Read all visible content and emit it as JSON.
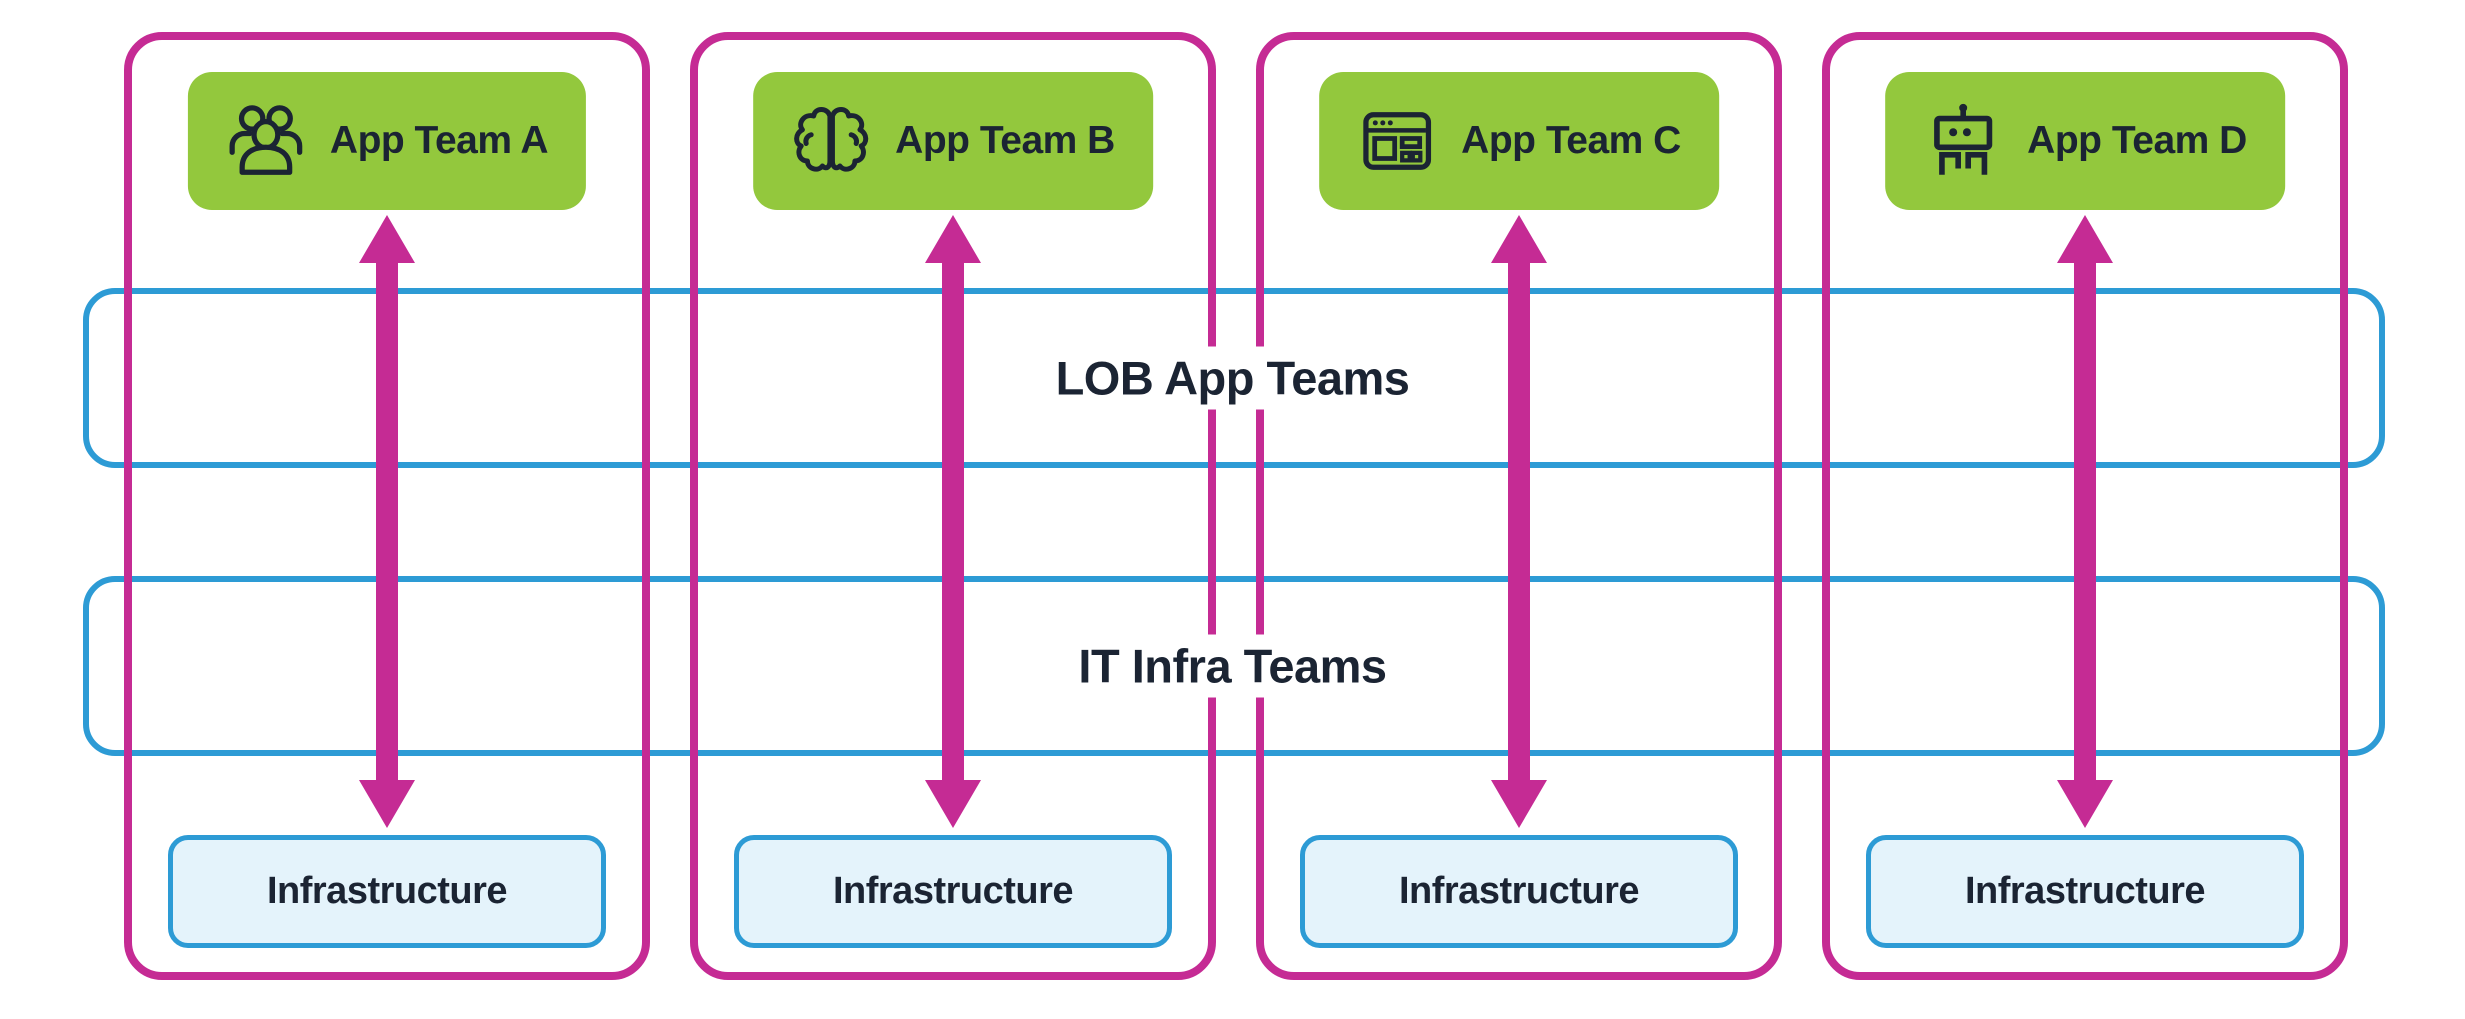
{
  "colors": {
    "magenta": "#C52B94",
    "blue": "#2D9BD5",
    "green": "#93C83D",
    "light-blue": "#E4F3FB",
    "dark": "#1B2433",
    "white": "#FFFFFF"
  },
  "bands": [
    {
      "label": "LOB App Teams"
    },
    {
      "label": "IT Infra Teams"
    }
  ],
  "columns": [
    {
      "team_label": "App Team A",
      "icon": "people-group-icon",
      "infra_label": "Infrastructure"
    },
    {
      "team_label": "App Team B",
      "icon": "brain-icon",
      "infra_label": "Infrastructure"
    },
    {
      "team_label": "App Team C",
      "icon": "browser-window-icon",
      "infra_label": "Infrastructure"
    },
    {
      "team_label": "App Team D",
      "icon": "robot-icon",
      "infra_label": "Infrastructure"
    }
  ]
}
